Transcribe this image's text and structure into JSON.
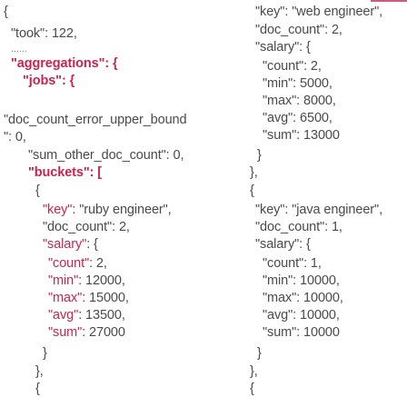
{
  "left": [
    {
      "text": "{"
    },
    {
      "text": "\"took\": 122,"
    },
    {
      "text": "......"
    },
    {
      "text": "\"aggregations\": {"
    },
    {
      "text": "\"jobs\": {"
    },
    {
      "text": "\"doc_count_error_upper_bound"
    },
    {
      "text": "\": 0,"
    },
    {
      "text": "\"sum_other_doc_count\": 0,"
    },
    {
      "text": "\"buckets\": ["
    },
    {
      "text": "{"
    },
    {
      "text": "\"key\": \"ruby engineer\","
    },
    {
      "text": "\"doc_count\": 2,"
    },
    {
      "text": "\"salary\": {"
    },
    {
      "text": "\"count\": 2,"
    },
    {
      "text": "\"min\": 12000,"
    },
    {
      "text": "\"max\": 15000,"
    },
    {
      "text": "\"avg\": 13500,"
    },
    {
      "text": "\"sum\": 27000"
    },
    {
      "text": "}"
    },
    {
      "text": "},"
    },
    {
      "text": "{"
    }
  ],
  "right": [
    {
      "text": "\"key\": \"web engineer\","
    },
    {
      "text": "\"doc_count\": 2,"
    },
    {
      "text": "\"salary\": {"
    },
    {
      "text": "\"count\": 2,"
    },
    {
      "text": "\"min\": 5000,"
    },
    {
      "text": "\"max\": 8000,"
    },
    {
      "text": "\"avg\": 6500,"
    },
    {
      "text": "\"sum\": 13000"
    },
    {
      "text": "}"
    },
    {
      "text": "},"
    },
    {
      "text": "{"
    },
    {
      "text": "\"key\": \"java engineer\","
    },
    {
      "text": "\"doc_count\": 1,"
    },
    {
      "text": "\"salary\": {"
    },
    {
      "text": "\"count\": 1,"
    },
    {
      "text": "\"min\": 10000,"
    },
    {
      "text": "\"max\": 10000,"
    },
    {
      "text": "\"avg\": 10000,"
    },
    {
      "text": "\"sum\": 10000"
    },
    {
      "text": "}"
    },
    {
      "text": "},"
    },
    {
      "text": "{"
    }
  ],
  "colors": {
    "key_highlight": "#c7254e",
    "text": "#4a4a4a",
    "accent_bar": "#d25a7a"
  }
}
